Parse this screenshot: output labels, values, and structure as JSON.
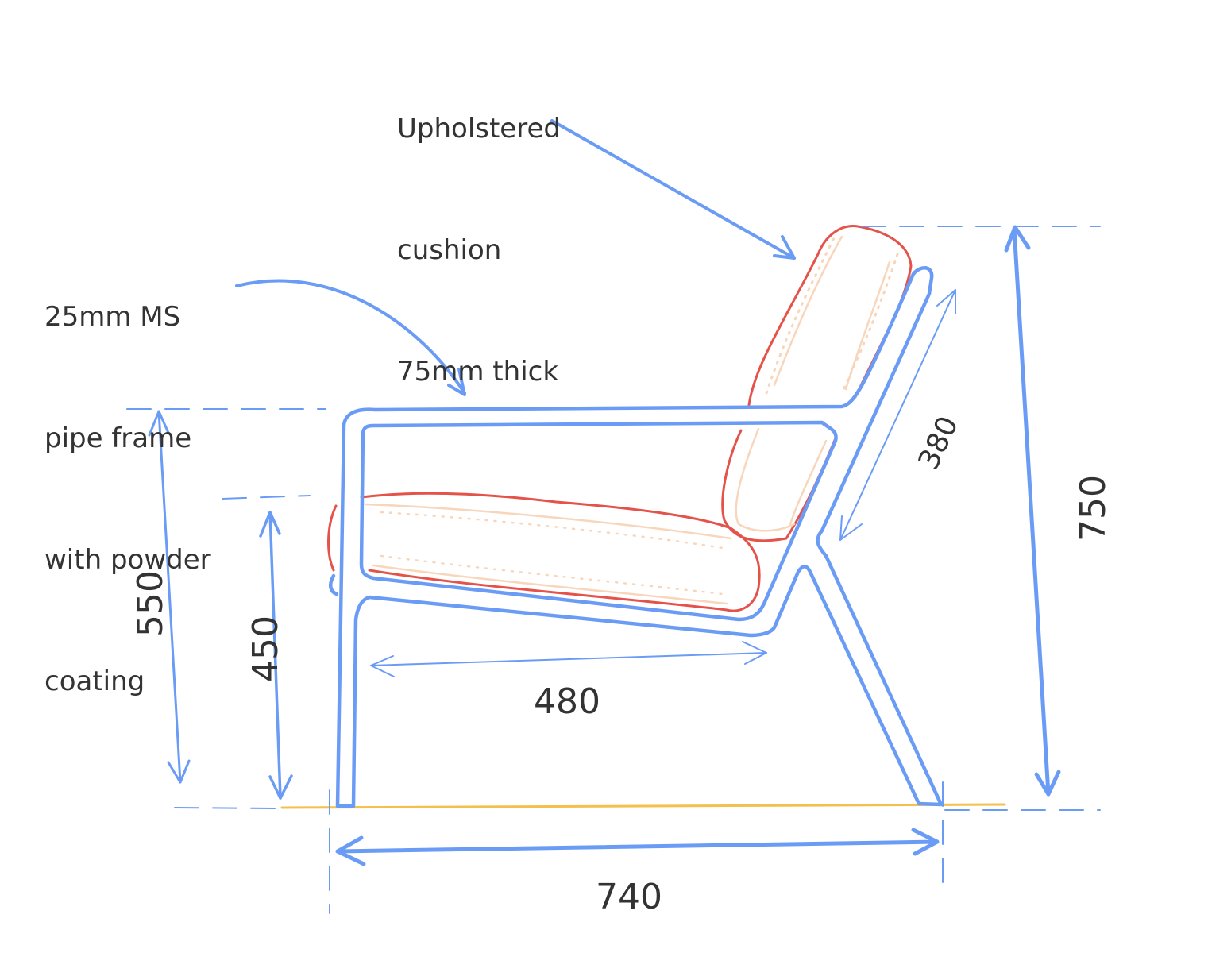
{
  "annotations": {
    "cushion_note": [
      "Upholstered",
      "cushion",
      "75mm thick"
    ],
    "frame_note": [
      "25mm MS",
      "pipe frame",
      "with powder",
      "coating"
    ]
  },
  "dimensions": {
    "overall_height": "750",
    "arm_height": "550",
    "seat_height": "450",
    "seat_depth": "480",
    "back_height": "380",
    "overall_depth": "740"
  },
  "colors": {
    "frame": "#6b9cf5",
    "cushion_outline": "#e4524a",
    "cushion_fill_lines": "#f8d6bb",
    "floor": "#f4c04d",
    "text": "#333333"
  }
}
